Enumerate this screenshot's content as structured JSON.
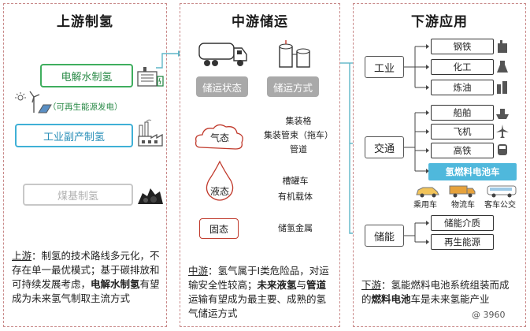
{
  "upstream": {
    "title": "上游制氢",
    "routes": {
      "electrolysis": "电解水制氢",
      "electrolysis_note": "（可再生能源发电）",
      "industrial": "工业副产制氢",
      "coal": "煤基制氢"
    },
    "note": {
      "prefix": "上游",
      "line1": "：制氢的技术路线多元化，不存在单一最优模式；基于碳排放和可持续发展考虑，",
      "bold": "电解水制氢",
      "line2": "有望成为未来氢气制取主流方式"
    }
  },
  "midstream": {
    "title": "中游储运",
    "states_label": "储运状态",
    "methods_label": "储运方式",
    "states": [
      {
        "name": "气态",
        "methods": [
          "集装格",
          "集装管束（拖车）",
          "管道"
        ]
      },
      {
        "name": "液态",
        "methods": [
          "槽罐车",
          "有机载体"
        ]
      },
      {
        "name": "固态",
        "methods": [
          "储氢金属"
        ]
      }
    ],
    "note": {
      "prefix": "中游",
      "line1": "：氢气属于I类危险品，对运输安全性较高；",
      "bold1": "未来液氢",
      "mid": "与",
      "bold2": "管道",
      "line2": "运输有望成为最主要、成熟的氢气储运方式"
    }
  },
  "downstream": {
    "title": "下游应用",
    "industry": {
      "label": "工业",
      "items": [
        "钢铁",
        "化工",
        "炼油"
      ]
    },
    "transport": {
      "label": "交通",
      "items": [
        "船舶",
        "飞机",
        "高铁"
      ],
      "fuel_cell": "氢燃料电池车",
      "vehicles": [
        "乘用车",
        "物流车",
        "客车公交"
      ]
    },
    "storage": {
      "label": "储能",
      "items": [
        "储能介质",
        "再生能源"
      ]
    },
    "note": {
      "prefix": "下游",
      "line1": "：氢能",
      "tail": "燃料电池系统组装而成的",
      "bold": "燃料电池",
      "line2": "车是未来氢能产业",
      "watermark": "@ 3960"
    }
  },
  "colors": {
    "green": "#3fae5e",
    "cyan": "#3fb0d6",
    "gray": "#c8c8c8",
    "red": "#c0392b",
    "fuel_cell": "#4fb8dc",
    "arrow": "#5fb6c8"
  }
}
